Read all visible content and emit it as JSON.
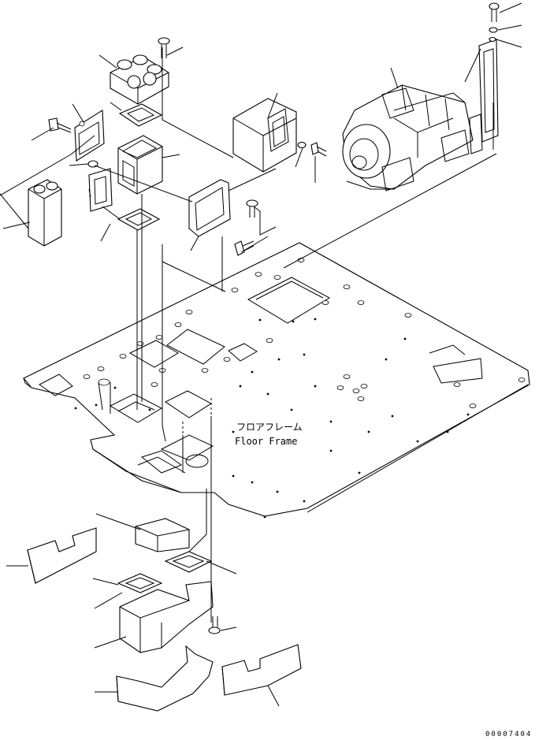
{
  "diagram": {
    "frame_label_jp": "フロアフレーム",
    "frame_label_en": "Floor Frame",
    "drawing_number": "00007404"
  }
}
